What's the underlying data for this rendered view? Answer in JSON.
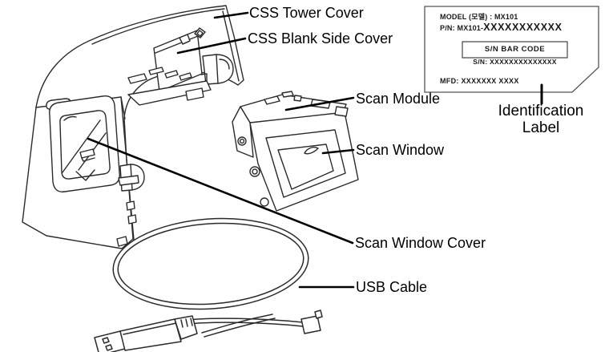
{
  "page": {
    "background": "#ffffff",
    "line_color": "#2b2b2b",
    "leader_color": "#000000"
  },
  "callouts": {
    "tower_cover": "CSS Tower Cover",
    "blank_side_cover": "CSS Blank Side Cover",
    "scan_module": "Scan Module",
    "scan_window": "Scan Window",
    "scan_window_cover": "Scan Window Cover",
    "usb_cable": "USB Cable",
    "identification_line1": "Identification",
    "identification_line2": "Label"
  },
  "id_label": {
    "model_line": "MODEL (모델) : MX101",
    "pn_prefix": "P/N: MX101-",
    "pn_x": "XXXXXXXXXXX",
    "barcode_box": "S/N BAR CODE",
    "sn_line": "S/N: XXXXXXXXXXXXXX",
    "mfd_line": "MFD: XXXXXXX XXXX"
  }
}
